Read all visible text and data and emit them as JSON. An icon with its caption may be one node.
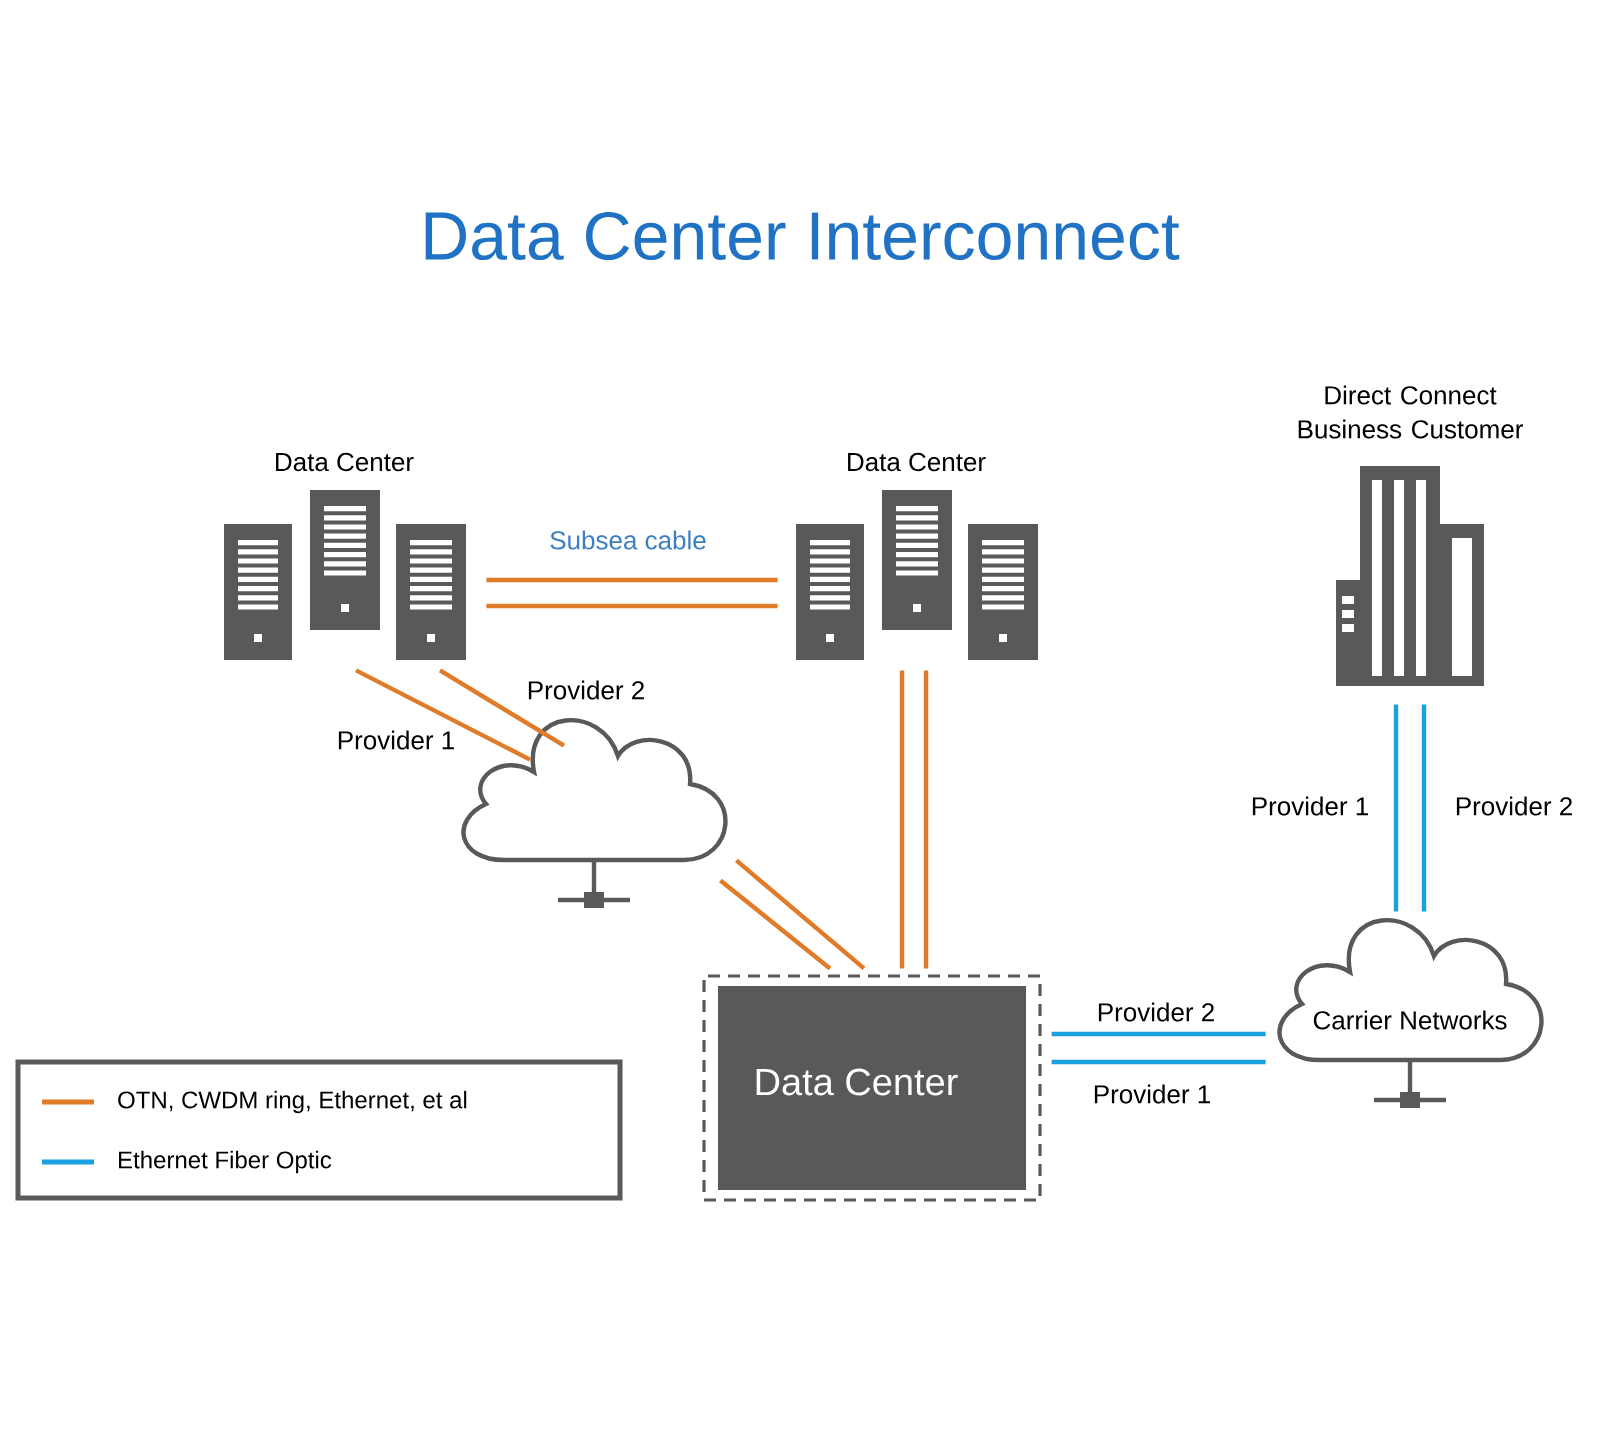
{
  "diagram": {
    "title": "Data Center Interconnect",
    "nodes": [
      {
        "text": [
          "Data Center"
        ]
      },
      {
        "text": [
          "Data Center"
        ]
      },
      {
        "text": [
          "Direct Connect Business Customer"
        ]
      },
      {
        "text": [],
        "shape": "cloud"
      },
      {
        "text": [
          "Data Center"
        ]
      },
      {
        "text": [
          "Carrier Networks"
        ]
      }
    ],
    "edges": [
      {
        "from": 0,
        "to": 1,
        "arrow": "none",
        "label": "Subsea cable"
      },
      {
        "from": 0,
        "to": 1,
        "arrow": "none"
      },
      {
        "from": 0,
        "to": 3,
        "arrow": "none",
        "label": "Provider 1"
      },
      {
        "from": 0,
        "to": 3,
        "arrow": "none",
        "label": "Provider 2"
      },
      {
        "from": 3,
        "to": 4,
        "arrow": "none"
      },
      {
        "from": 3,
        "to": 4,
        "arrow": "none"
      },
      {
        "from": 1,
        "to": 4,
        "arrow": "none"
      },
      {
        "from": 1,
        "to": 4,
        "arrow": "none"
      },
      {
        "from": 2,
        "to": 5,
        "arrow": "none",
        "label": "Provider 1",
        "color": "#1ba1e2"
      },
      {
        "from": 2,
        "to": 5,
        "arrow": "none",
        "label": "Provider 2",
        "color": "#1ba1e2"
      },
      {
        "from": 4,
        "to": 5,
        "arrow": "none",
        "label": "Provider 2",
        "color": "#1ba1e2"
      },
      {
        "from": 4,
        "to": 5,
        "arrow": "none",
        "label": "Provider 1",
        "color": "#1ba1e2"
      }
    ],
    "legend": [
      {
        "text": "OTN, CWDM ring, Ethernet, et al",
        "color": "#e07b2a"
      },
      {
        "text": "Ethernet Fiber Optic",
        "color": "#1ba1e2"
      }
    ]
  }
}
